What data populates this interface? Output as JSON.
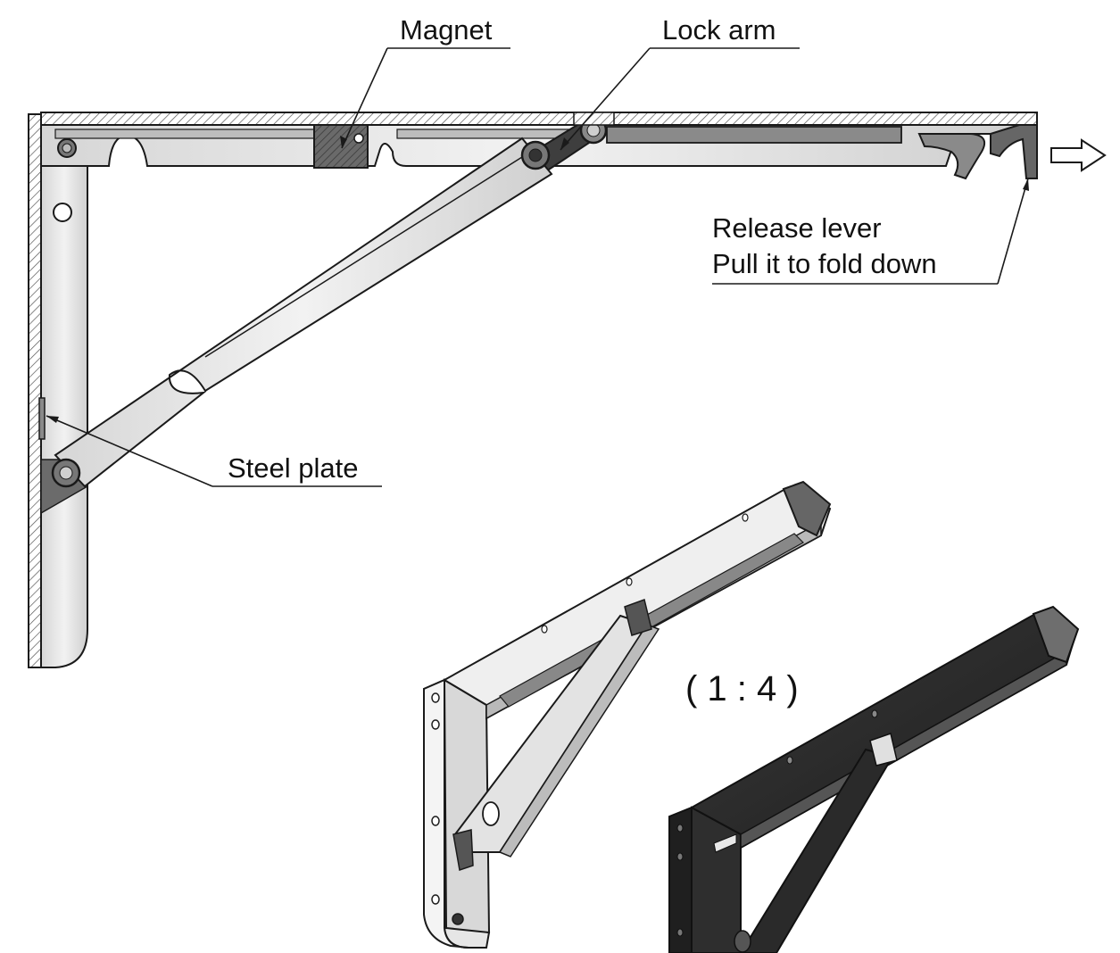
{
  "labels": {
    "magnet": "Magnet",
    "lock_arm": "Lock arm",
    "release_lever_line1": "Release lever",
    "release_lever_line2": "Pull it to fold down",
    "steel_plate": "Steel plate",
    "scale": "( 1 : 4 )"
  },
  "colors": {
    "outline": "#1a1a1a",
    "steel": "#e4e4e4",
    "steel_shade": "#c9c9c9",
    "dark_part": "#5a5a5a",
    "black_bracket": "#2e2e2e",
    "hatch": "#444444"
  }
}
